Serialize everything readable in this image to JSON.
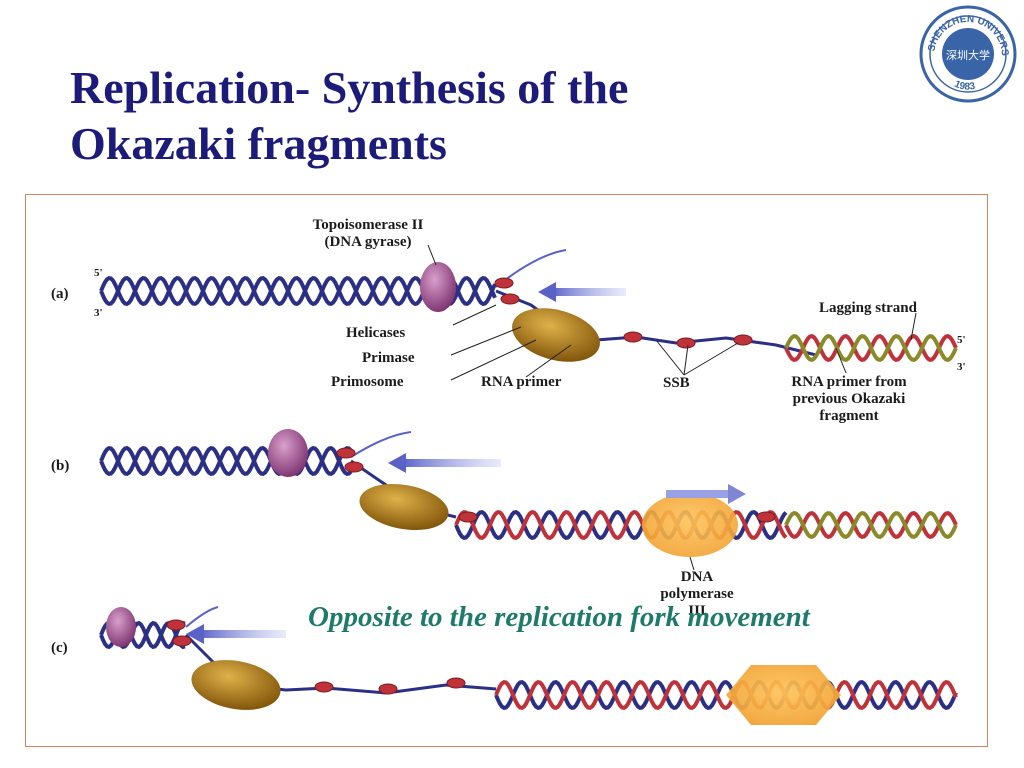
{
  "slide": {
    "title_line1": "Replication- Synthesis of the",
    "title_line2": "Okazaki fragments",
    "caption": "Opposite to the replication fork movement"
  },
  "logo": {
    "text_top": "SHENZHEN UNIVERSITY",
    "year": "1983",
    "seal_text": "深圳大学"
  },
  "figure": {
    "panels": [
      {
        "id": "a",
        "label": "(a)"
      },
      {
        "id": "b",
        "label": "(b)"
      },
      {
        "id": "c",
        "label": "(c)"
      }
    ],
    "end_labels": {
      "five_prime": "5'",
      "three_prime": "3'"
    },
    "labels": {
      "topoisomerase_line1": "Topoisomerase II",
      "topoisomerase_line2": "(DNA gyrase)",
      "helicases": "Helicases",
      "primase": "Primase",
      "primosome": "Primosome",
      "rna_primer": "RNA primer",
      "ssb": "SSB",
      "lagging_strand": "Lagging strand",
      "rna_primer_prev_line1": "RNA primer from",
      "rna_primer_prev_line2": "previous Okazaki",
      "rna_primer_prev_line3": "fragment",
      "dna_polymerase_line1": "DNA",
      "dna_polymerase_line2": "polymerase",
      "dna_polymerase_line3": "III"
    },
    "colors": {
      "strand_blue": "#2b2f86",
      "strand_red": "#c0323a",
      "primer_olive": "#8a8a2a",
      "gyrase": "#8a3c7a",
      "primosome": "#b07a18",
      "polymerase": "#f2a93b",
      "arrow": "#7f86d6",
      "ssb": "#c0323a"
    }
  }
}
